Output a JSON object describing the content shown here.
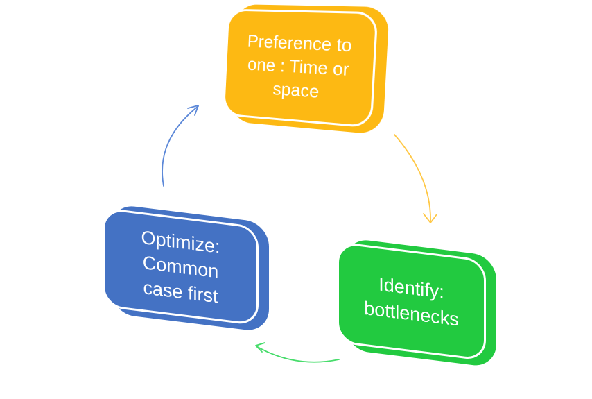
{
  "page": {
    "background": "#FFFFFF"
  },
  "diagram": {
    "type": "cycle",
    "nodes": [
      {
        "id": "preference",
        "label": "Preference to one : Time or space",
        "lines": [
          "Preference to",
          "one : Time or",
          "space"
        ],
        "color": "#FDB913",
        "text_color": "#FFFFFF"
      },
      {
        "id": "identify",
        "label": "Identify: bottlenecks",
        "lines": [
          "Identify:",
          "bottlenecks"
        ],
        "color": "#22CA40",
        "text_color": "#FFFFFF"
      },
      {
        "id": "optimize",
        "label": "Optimize: Common case first",
        "lines": [
          "Optimize:",
          "Common",
          "case first"
        ],
        "color": "#4472C4",
        "text_color": "#FFFFFF"
      }
    ],
    "arrows": [
      {
        "id": "preference-to-identify",
        "from": "preference",
        "to": "identify",
        "color": "#FFC846"
      },
      {
        "id": "identify-to-optimize",
        "from": "identify",
        "to": "optimize",
        "color": "#47DC6B"
      },
      {
        "id": "optimize-to-preference",
        "from": "optimize",
        "to": "preference",
        "color": "#5C88D8"
      }
    ]
  }
}
